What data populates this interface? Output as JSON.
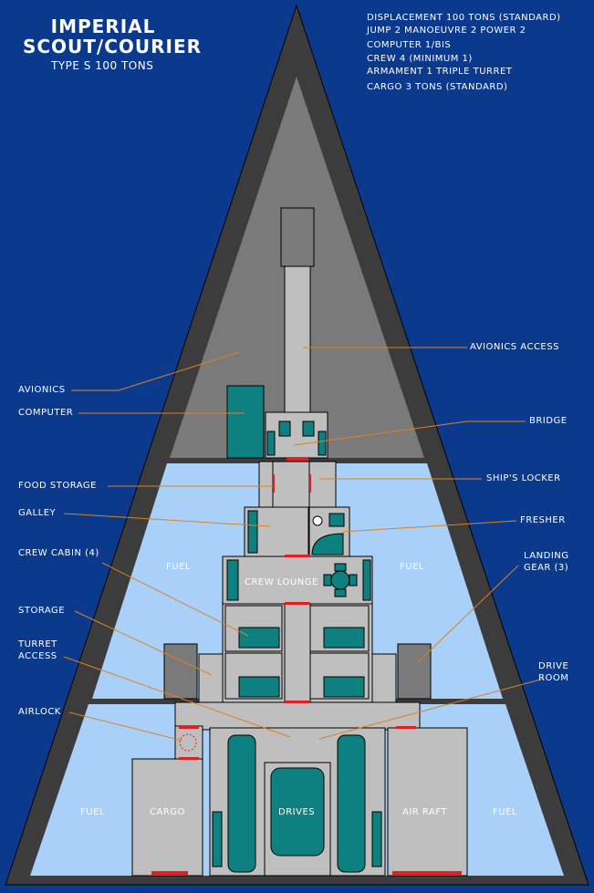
{
  "title": {
    "line1": "IMPERIAL",
    "line2": "SCOUT/COURIER",
    "subtitle": "TYPE S    100 TONS"
  },
  "specs": [
    "DISPLACEMENT  100 TONS (STANDARD)",
    "JUMP 2  MANOEUVRE 2  POWER 2",
    "COMPUTER  1/BIS",
    "CREW  4 (MINIMUM 1)",
    "ARMAMENT  1 TRIPLE TURRET",
    "CARGO  3 TONS (STANDARD)"
  ],
  "callouts": {
    "avionics": "AVIONICS",
    "computer": "COMPUTER",
    "food_storage": "FOOD STORAGE",
    "galley": "GALLEY",
    "crew_cabin": "CREW CABIN (4)",
    "storage": "STORAGE",
    "turret_access_1": "TURRET",
    "turret_access_2": "ACCESS",
    "airlock": "AIRLOCK",
    "avionics_access": "AVIONICS ACCESS",
    "bridge": "BRIDGE",
    "ships_locker": "SHIP'S LOCKER",
    "fresher": "FRESHER",
    "landing_gear_1": "LANDING",
    "landing_gear_2": "GEAR (3)",
    "drive_room_1": "DRIVE",
    "drive_room_2": "ROOM"
  },
  "rooms": {
    "fuel_left_upper": "FUEL",
    "fuel_right_upper": "FUEL",
    "crew_lounge": "CREW LOUNGE",
    "fuel_left_lower": "FUEL",
    "cargo": "CARGO",
    "drives": "DRIVES",
    "air_raft": "AIR RAFT",
    "fuel_right_lower": "FUEL"
  },
  "colors": {
    "background": "#0b3a8c",
    "hull": "#3c3c3c",
    "avionics_zone": "#7a7a7a",
    "fuel_zone": "#a8d0f8",
    "deck": "#bfbfbf",
    "equipment": "#0f8080",
    "leader_line": "#e08020",
    "door": "#e02020"
  }
}
